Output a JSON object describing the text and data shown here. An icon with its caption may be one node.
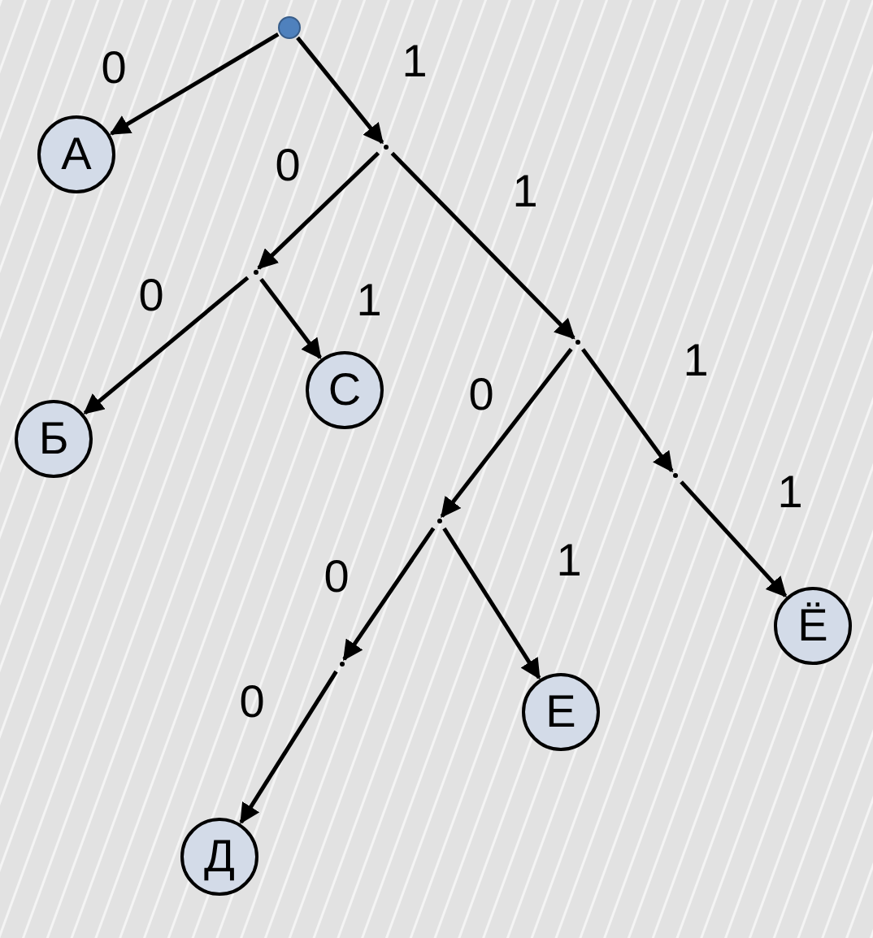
{
  "diagram": {
    "nodes": [
      {
        "text": [],
        "shape": "circle"
      },
      {
        "text": [
          "А"
        ]
      },
      {
        "text": [],
        "shape": "point"
      },
      {
        "text": [],
        "shape": "point"
      },
      {
        "text": [
          "Б"
        ]
      },
      {
        "text": [
          "С"
        ]
      },
      {
        "text": [],
        "shape": "point"
      },
      {
        "text": [],
        "shape": "point"
      },
      {
        "text": [],
        "shape": "point"
      },
      {
        "text": [
          "Ё"
        ]
      },
      {
        "text": [
          "Е"
        ]
      },
      {
        "text": [],
        "shape": "point"
      },
      {
        "text": [
          "Д"
        ]
      }
    ],
    "edges": [
      {
        "from": 0,
        "to": 1,
        "arrow": "to",
        "label": "0"
      },
      {
        "from": 0,
        "to": 2,
        "arrow": "to",
        "label": "1"
      },
      {
        "from": 2,
        "to": 3,
        "arrow": "to",
        "label": "0"
      },
      {
        "from": 2,
        "to": 6,
        "arrow": "to",
        "label": "1"
      },
      {
        "from": 3,
        "to": 4,
        "arrow": "to",
        "label": "0"
      },
      {
        "from": 3,
        "to": 5,
        "arrow": "to",
        "label": "1"
      },
      {
        "from": 6,
        "to": 7,
        "arrow": "to",
        "label": "0"
      },
      {
        "from": 6,
        "to": 8,
        "arrow": "to",
        "label": "1"
      },
      {
        "from": 8,
        "to": 9,
        "arrow": "to",
        "label": "1"
      },
      {
        "from": 7,
        "to": 11,
        "arrow": "to",
        "label": "0"
      },
      {
        "from": 7,
        "to": 10,
        "arrow": "to",
        "label": "1"
      },
      {
        "from": 11,
        "to": 12,
        "arrow": "to",
        "label": "0"
      }
    ]
  }
}
